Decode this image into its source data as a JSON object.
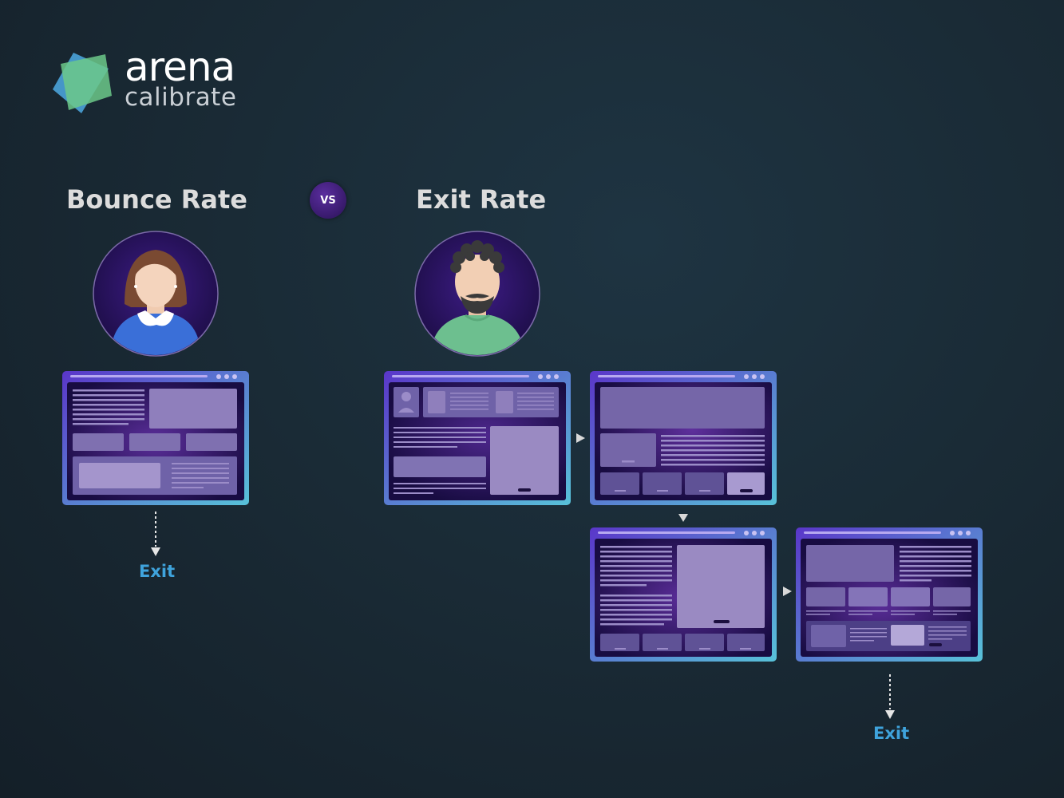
{
  "logo": {
    "word1": "arena",
    "word2": "calibrate"
  },
  "comparison": {
    "left_title": "Bounce Rate",
    "vs_label": "VS",
    "right_title": "Exit Rate"
  },
  "bounce_flow": {
    "exit_label": "Exit"
  },
  "exit_flow": {
    "exit_label": "Exit"
  },
  "colors": {
    "background": "#1a2b36",
    "heading": "#dcdcdc",
    "exit_label": "#3fa3dc",
    "window_frame": "#5fb8d8",
    "window_body": "#1d0f4a"
  },
  "icons": [
    "arena-logo-icon",
    "woman-avatar-icon",
    "man-avatar-icon",
    "down-arrow-icon",
    "right-arrow-icon"
  ]
}
